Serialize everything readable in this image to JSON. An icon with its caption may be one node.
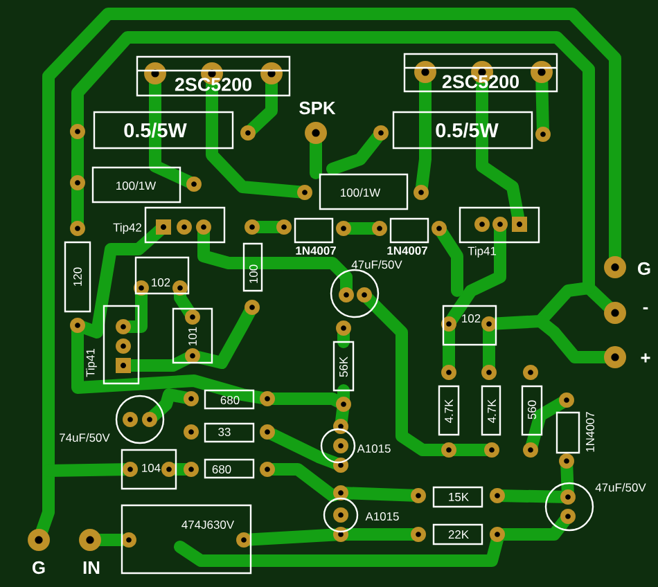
{
  "diagram": {
    "labels": [
      "2SC5200",
      "2SC5200",
      "SPK",
      "0.5/5W",
      "0.5/5W",
      "100/1W",
      "100/1W",
      "Tip42",
      "1N4007",
      "1N4007",
      "Tip41",
      "47uF/50V",
      "G",
      "120",
      "100",
      "102",
      "-",
      "101",
      "Tip41",
      "102",
      "+",
      "56K",
      "680",
      "4.7K",
      "4.7K",
      "560",
      "1N4007",
      "33",
      "74uF/50V",
      "A1015",
      "104",
      "680",
      "15K",
      "47uF/50V",
      "A1015",
      "474J630V",
      "22K",
      "G",
      "IN"
    ]
  }
}
